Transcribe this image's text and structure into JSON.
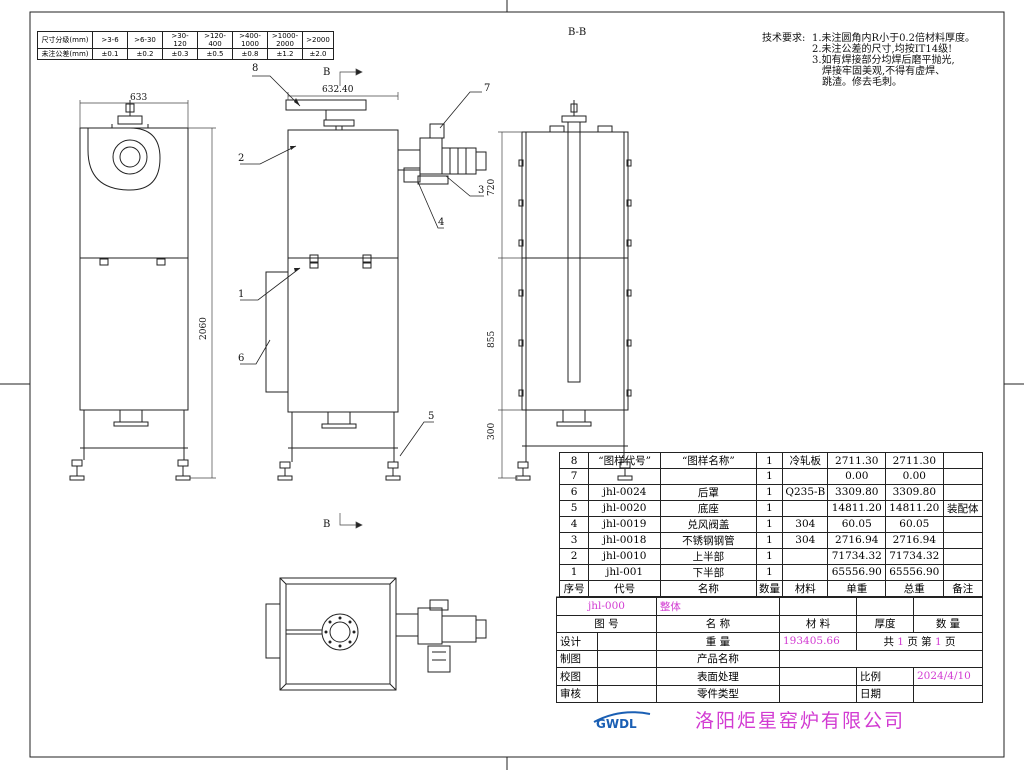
{
  "section_label": "B-B",
  "section_marker": "B",
  "tolerance_table": {
    "row1": [
      "尺寸分级(mm)",
      ">3-6",
      ">6-30",
      ">30-120",
      ">120-400",
      ">400-1000",
      ">1000-2000",
      ">2000"
    ],
    "row2": [
      "未注公差(mm)",
      "±0.1",
      "±0.2",
      "±0.3",
      "±0.5",
      "±0.8",
      "±1.2",
      "±2.0"
    ]
  },
  "tech_requirements": {
    "title": "技术要求:",
    "lines": [
      "1.未注圆角内R小于0.2倍材料厚度。",
      "2.未注公差的尺寸,均按IT14级!",
      "3.如有焊接部分均焊后磨平抛光,",
      "焊接牢固美观,不得有虚焊、",
      "跳渣。修去毛刺。"
    ]
  },
  "dimensions": {
    "front_width": "633",
    "side_width": "632.40",
    "height_total": "2060",
    "seg_top": "720",
    "seg_mid": "855",
    "seg_bottom": "300"
  },
  "balloons": [
    "1",
    "2",
    "3",
    "4",
    "5",
    "6",
    "7",
    "8"
  ],
  "bom": {
    "rows": [
      [
        "8",
        "“图样代号”",
        "“图样名称”",
        "1",
        "冷轧板",
        "2711.30",
        "2711.30",
        ""
      ],
      [
        "7",
        "",
        "",
        "1",
        "",
        "0.00",
        "0.00",
        ""
      ],
      [
        "6",
        "jhl-0024",
        "后罩",
        "1",
        "Q235-B",
        "3309.80",
        "3309.80",
        ""
      ],
      [
        "5",
        "jhl-0020",
        "底座",
        "1",
        "",
        "14811.20",
        "14811.20",
        "装配体"
      ],
      [
        "4",
        "jhl-0019",
        "兑风阀盖",
        "1",
        "304",
        "60.05",
        "60.05",
        ""
      ],
      [
        "3",
        "jhl-0018",
        "不锈钢钢管",
        "1",
        "304",
        "2716.94",
        "2716.94",
        ""
      ],
      [
        "2",
        "jhl-0010",
        "上半部",
        "1",
        "",
        "71734.32",
        "71734.32",
        ""
      ],
      [
        "1",
        "jhl-001",
        "下半部",
        "1",
        "",
        "65556.90",
        "65556.90",
        ""
      ]
    ],
    "header": [
      "序号",
      "代号",
      "名称",
      "数量",
      "材料",
      "单重",
      "总重",
      "备注"
    ]
  },
  "title_block": {
    "drawing_no": "jhl-000",
    "drawing_name": "整体",
    "h_drawing_no": "图 号",
    "h_name": "名 称",
    "h_material": "材 料",
    "h_thickness": "厚度",
    "h_qty": "数 量",
    "design": "设计",
    "weight_label": "重 量",
    "weight": "193405.66",
    "pages_total_pre": "共",
    "pages_total": "1",
    "pages_mid": "页 第",
    "page_no": "1",
    "pages_post": "页",
    "draft": "制图",
    "product_name": "产品名称",
    "check": "校图",
    "surface": "表面处理",
    "scale_label": "比例",
    "scale_value": "2024/4/10",
    "review": "审核",
    "part_type": "零件类型",
    "date_label": "日期",
    "logo_text": "GWDL"
  },
  "company": "洛阳炬星窑炉有限公司"
}
